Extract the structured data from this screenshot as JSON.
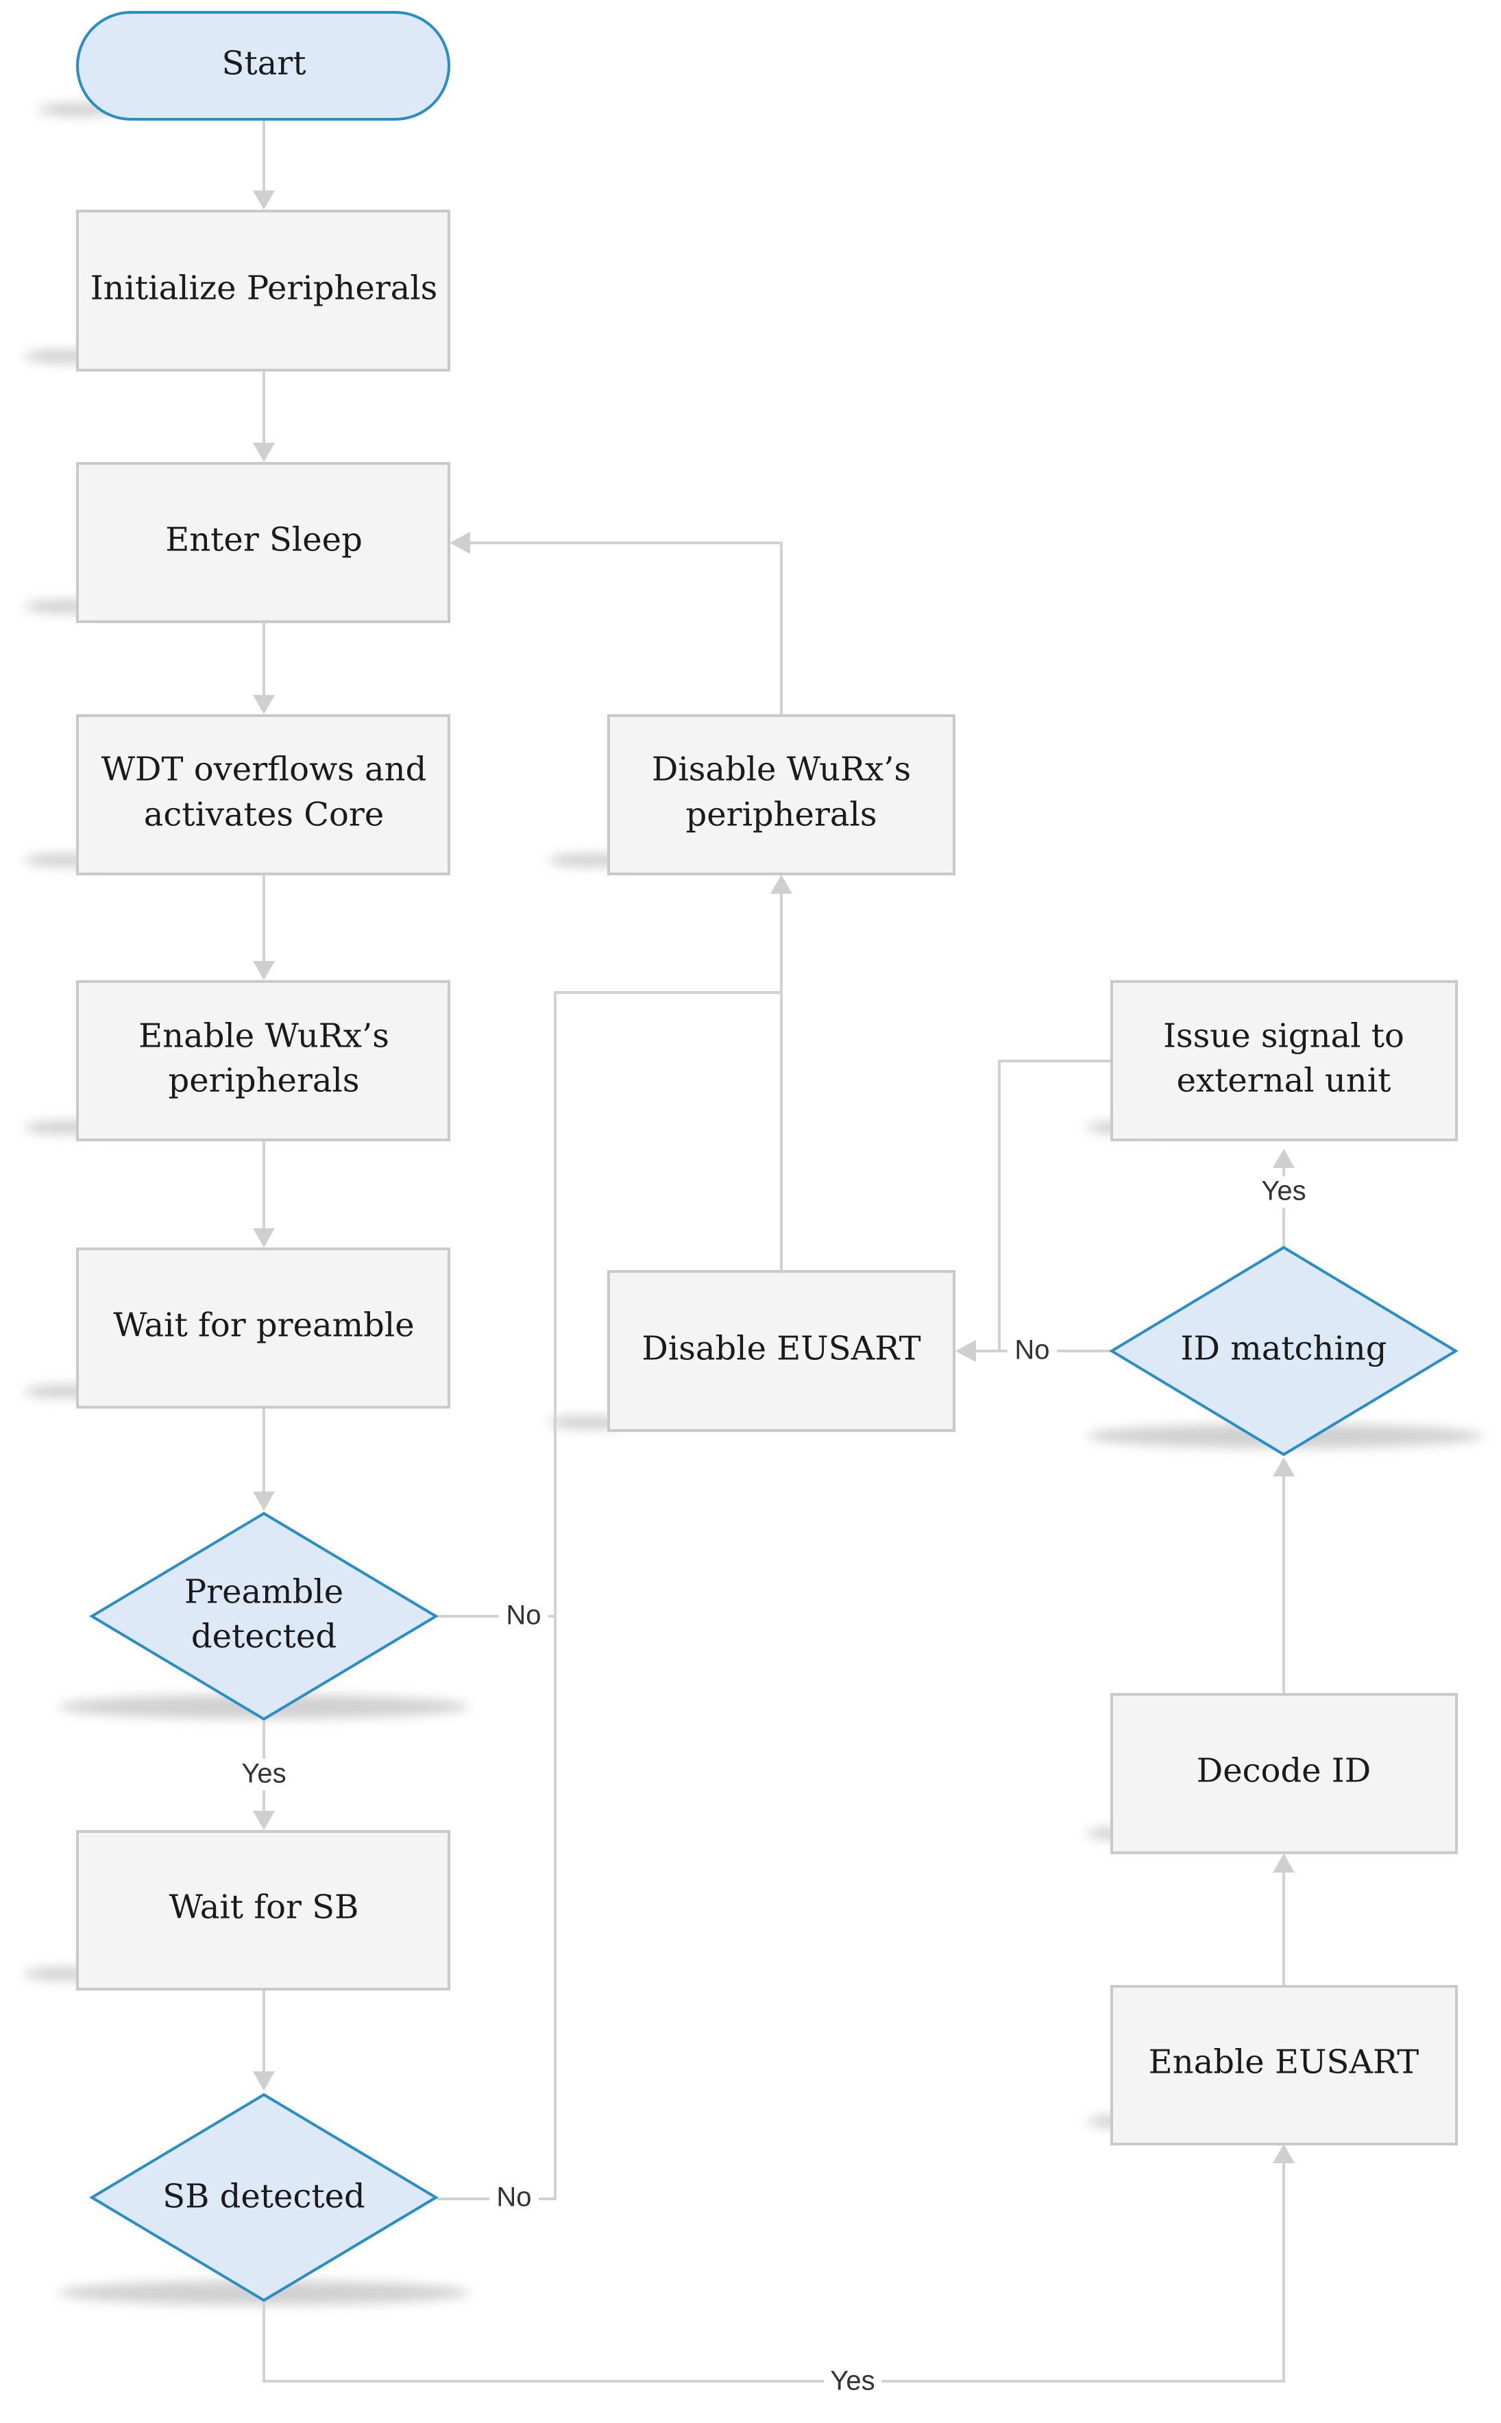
{
  "nodes": {
    "start": "Start",
    "init": "Initialize Peripherals",
    "sleep": "Enter Sleep",
    "wdt": [
      "WDT overflows and",
      "activates Core"
    ],
    "enable_wurx": [
      "Enable WuRx’s",
      "peripherals"
    ],
    "wait_preamble": "Wait for preamble",
    "preamble_detected": [
      "Preamble",
      "detected"
    ],
    "wait_sb": "Wait for SB",
    "sb_detected": "SB detected",
    "disable_wurx": [
      "Disable WuRx’s",
      "peripherals"
    ],
    "disable_eusart": "Disable EUSART",
    "issue_signal": [
      "Issue signal to",
      "external unit"
    ],
    "id_matching": "ID matching",
    "decode_id": "Decode ID",
    "enable_eusart": "Enable EUSART"
  },
  "edge_labels": {
    "preamble_no": "No",
    "preamble_yes": "Yes",
    "sb_no": "No",
    "sb_yes": "Yes",
    "id_no": "No",
    "id_yes": "Yes"
  }
}
